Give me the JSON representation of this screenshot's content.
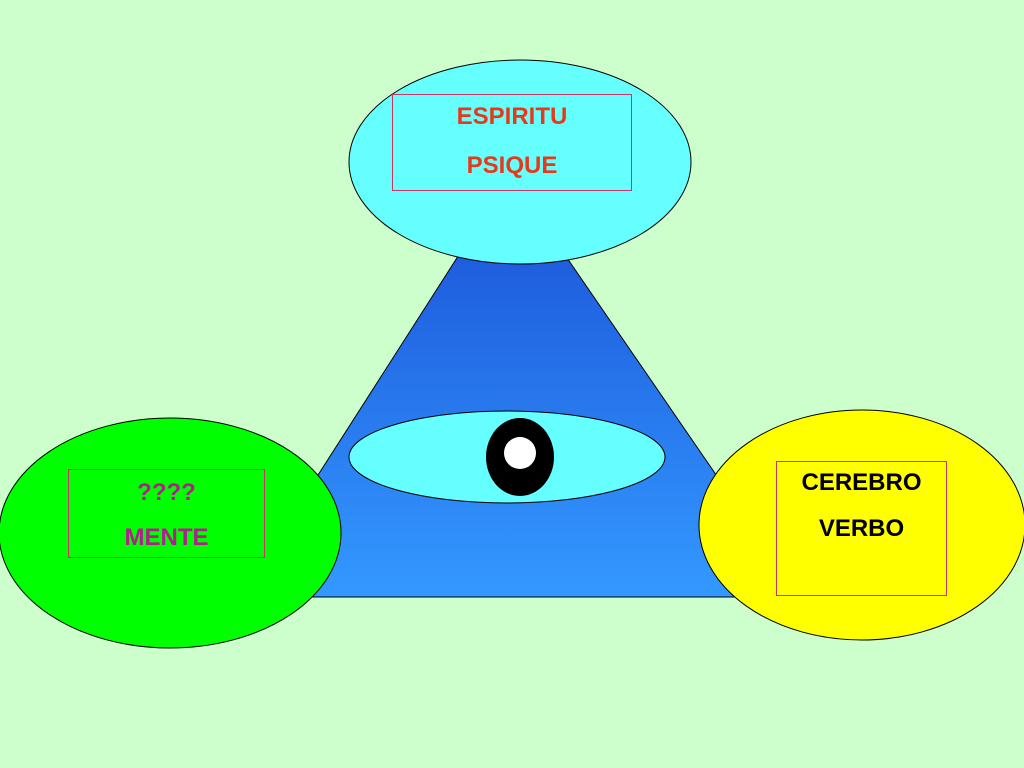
{
  "colors": {
    "background": "#ccffcc",
    "triangle_top": "#1a4fd6",
    "triangle_bottom": "#3399ff",
    "top_ellipse": "#66ffff",
    "left_ellipse": "#00ff00",
    "right_ellipse": "#ffff00",
    "eye_ellipse": "#66ffff",
    "top_text": "#e8381a",
    "left_text": "#b0208c",
    "right_text": "#000000"
  },
  "nodes": {
    "top": {
      "line1": "ESPIRITU",
      "line2": "PSIQUE"
    },
    "left": {
      "line1": "????",
      "line2": "MENTE"
    },
    "right": {
      "line1": "CEREBRO",
      "line2": "VERBO"
    }
  },
  "center": {
    "icon": "eye-icon"
  }
}
